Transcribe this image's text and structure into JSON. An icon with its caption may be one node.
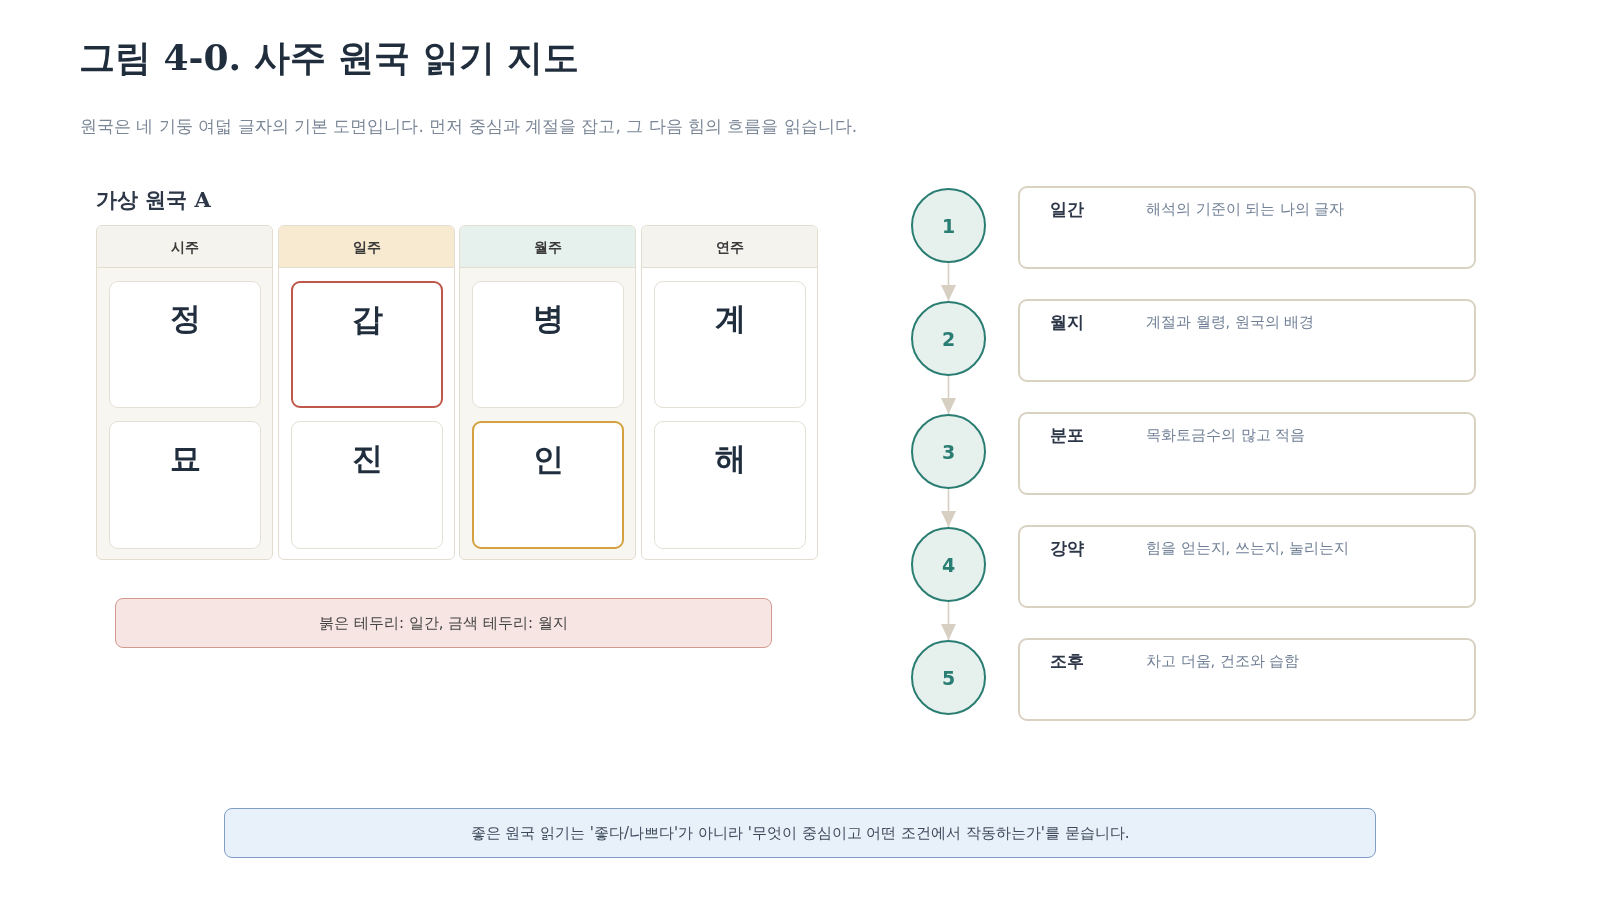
{
  "diagram": {
    "title": "그림 4-0. 사주 원국 읽기 지도",
    "nodes": [
      {
        "text": [
          "시주"
        ]
      },
      {
        "text": [
          "정"
        ],
        "in": 0
      },
      {
        "text": [
          "묘"
        ],
        "in": 0
      },
      {
        "text": [
          "일주"
        ]
      },
      {
        "text": [
          "갑"
        ],
        "in": 3
      },
      {
        "text": [
          "진"
        ],
        "in": 3
      },
      {
        "text": [
          "월주"
        ]
      },
      {
        "text": [
          "병"
        ],
        "in": 6
      },
      {
        "text": [
          "인"
        ],
        "in": 6
      },
      {
        "text": [
          "연주"
        ]
      },
      {
        "text": [
          "계"
        ],
        "in": 9
      },
      {
        "text": [
          "해"
        ],
        "in": 9
      },
      {
        "text": [
          "붉은 테두리: 일간, 금색 테두리: 월지"
        ]
      },
      {
        "text": [
          "1"
        ]
      },
      {
        "text": [
          "일간",
          "해석의 기준이 되는 나의 글자"
        ]
      },
      {
        "text": [
          "2"
        ]
      },
      {
        "text": [
          "월지",
          "계절과 월령, 원국의 배경"
        ]
      },
      {
        "text": [
          "3"
        ]
      },
      {
        "text": [
          "분포",
          "목화토금수의 많고 적음"
        ]
      },
      {
        "text": [
          "4"
        ]
      },
      {
        "text": [
          "강약",
          "힘을 얻는지, 쓰는지, 눌리는지"
        ]
      },
      {
        "text": [
          "5"
        ]
      },
      {
        "text": [
          "조후",
          "차고 더움, 건조와 습함"
        ]
      },
      {
        "text": [
          "좋은 원국 읽기는 '좋다/나쁘다'가 아니라 '무엇이 중심이고 어떤 조건에서 작동하는가'를 묻습니다."
        ]
      }
    ],
    "edges": [
      {
        "from": 13,
        "to": 15,
        "arrow": "to"
      },
      {
        "from": 15,
        "to": 17,
        "arrow": "to"
      },
      {
        "from": 17,
        "to": 19,
        "arrow": "to"
      },
      {
        "from": 19,
        "to": 21,
        "arrow": "to"
      }
    ],
    "labels": [
      "원국은 네 기둥 여덟 글자의 기본 도면입니다. 먼저 중심과 계절을 잡고, 그 다음 힘의 흐름을 읽습니다.",
      "가상 원국 A"
    ]
  }
}
